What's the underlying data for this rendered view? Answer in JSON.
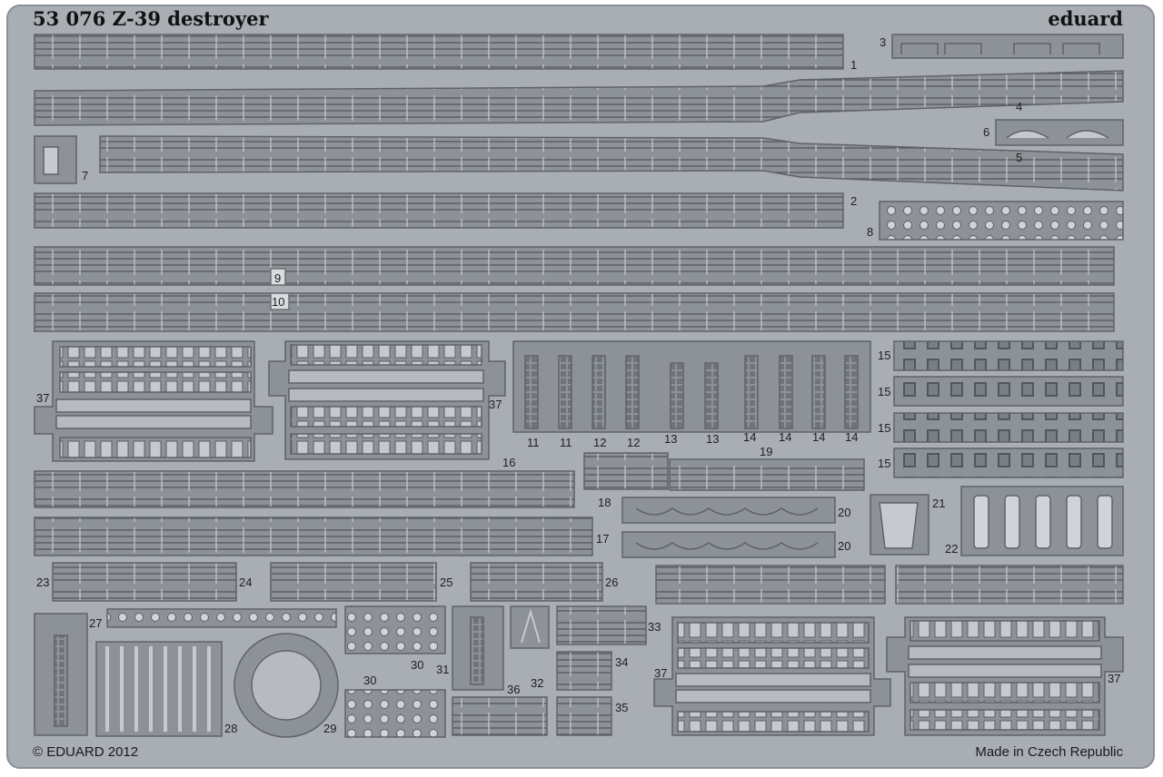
{
  "header": {
    "title": "53 076  Z-39 destroyer",
    "brand": "eduard"
  },
  "footer": {
    "copyright": "© EDUARD 2012",
    "origin": "Made in Czech Republic"
  },
  "part_numbers": [
    "1",
    "2",
    "3",
    "4",
    "5",
    "6",
    "7",
    "8",
    "9",
    "10",
    "11",
    "11",
    "12",
    "12",
    "13",
    "13",
    "14",
    "14",
    "14",
    "14",
    "15",
    "15",
    "15",
    "15",
    "16",
    "17",
    "18",
    "19",
    "20",
    "20",
    "21",
    "22",
    "23",
    "24",
    "25",
    "26",
    "27",
    "28",
    "29",
    "30",
    "30",
    "31",
    "32",
    "33",
    "34",
    "35",
    "36",
    "37",
    "37",
    "37",
    "37"
  ],
  "colors": {
    "fret": "#a9aeb4",
    "part_fill": "#8d9297",
    "part_edge": "#5e6368",
    "highlight": "#cfd3d7",
    "text": "#1e1e1e"
  }
}
